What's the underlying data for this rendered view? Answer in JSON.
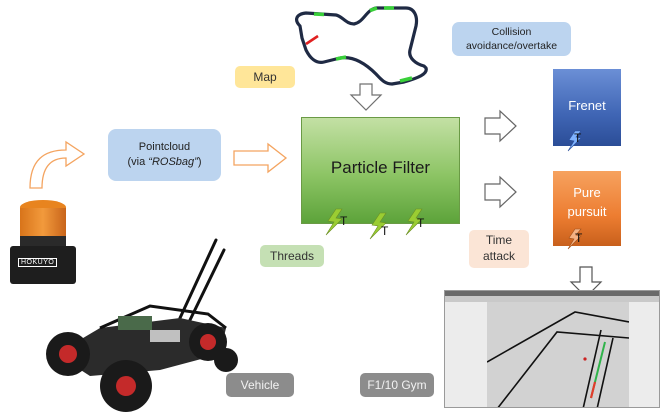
{
  "nodes": {
    "particle_filter": "Particle Filter",
    "frenet": "Frenet",
    "pure_pursuit_line1": "Pure",
    "pure_pursuit_line2": "pursuit",
    "pointcloud_line1": "Pointcloud",
    "pointcloud_line2_prefix": "(via ",
    "pointcloud_line2_emph": "“ROSbag”",
    "pointcloud_line2_suffix": ")",
    "collision": "Collision avoidance/overtake"
  },
  "callouts": {
    "map": "Map",
    "threads": "Threads",
    "time_attack": "Time attack",
    "vehicle": "Vehicle",
    "f1tenth_gym": "F1/10 Gym"
  },
  "thread_label": "T",
  "lidar_brand": "HOKUYO",
  "colors": {
    "particle_filter": "#8cc464",
    "frenet": "#3f65b4",
    "pure_pursuit": "#ed7d31",
    "info_box": "#bcd4ef",
    "map_callout": "#ffe699",
    "threads_callout": "#c5e0b4",
    "time_attack_callout": "#fbe5d6",
    "gray_callout": "#8c8c8c",
    "track": "#1f2a44",
    "track_accent": "#39d039",
    "track_start": "#e02020"
  }
}
